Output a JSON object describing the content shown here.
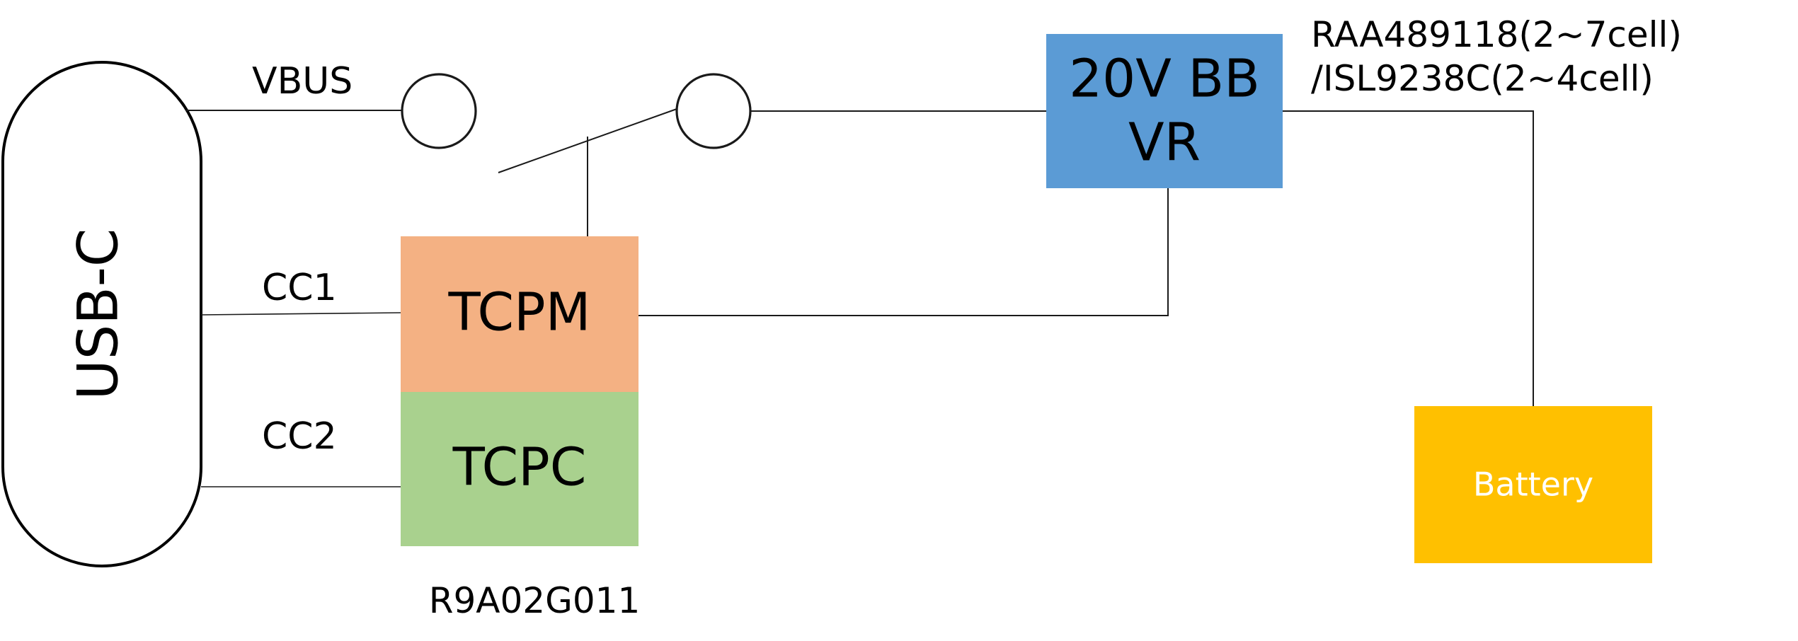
{
  "connector": {
    "label": "USB-C"
  },
  "signals": {
    "vbus": "VBUS",
    "cc1": "CC1",
    "cc2": "CC2"
  },
  "blocks": {
    "tcpm": {
      "label": "TCPM",
      "color": "#f4b183"
    },
    "tcpc": {
      "label": "TCPC",
      "color": "#a9d18e"
    },
    "regulator": {
      "line1": "20V BB",
      "line2": "VR",
      "color": "#5b9bd5"
    },
    "battery": {
      "label": "Battery",
      "color": "#ffc000"
    }
  },
  "part_numbers": {
    "controller": "R9A02G011",
    "charger_line1": "RAA489118(2~7cell)",
    "charger_line2": "/ISL9238C(2~4cell)"
  }
}
